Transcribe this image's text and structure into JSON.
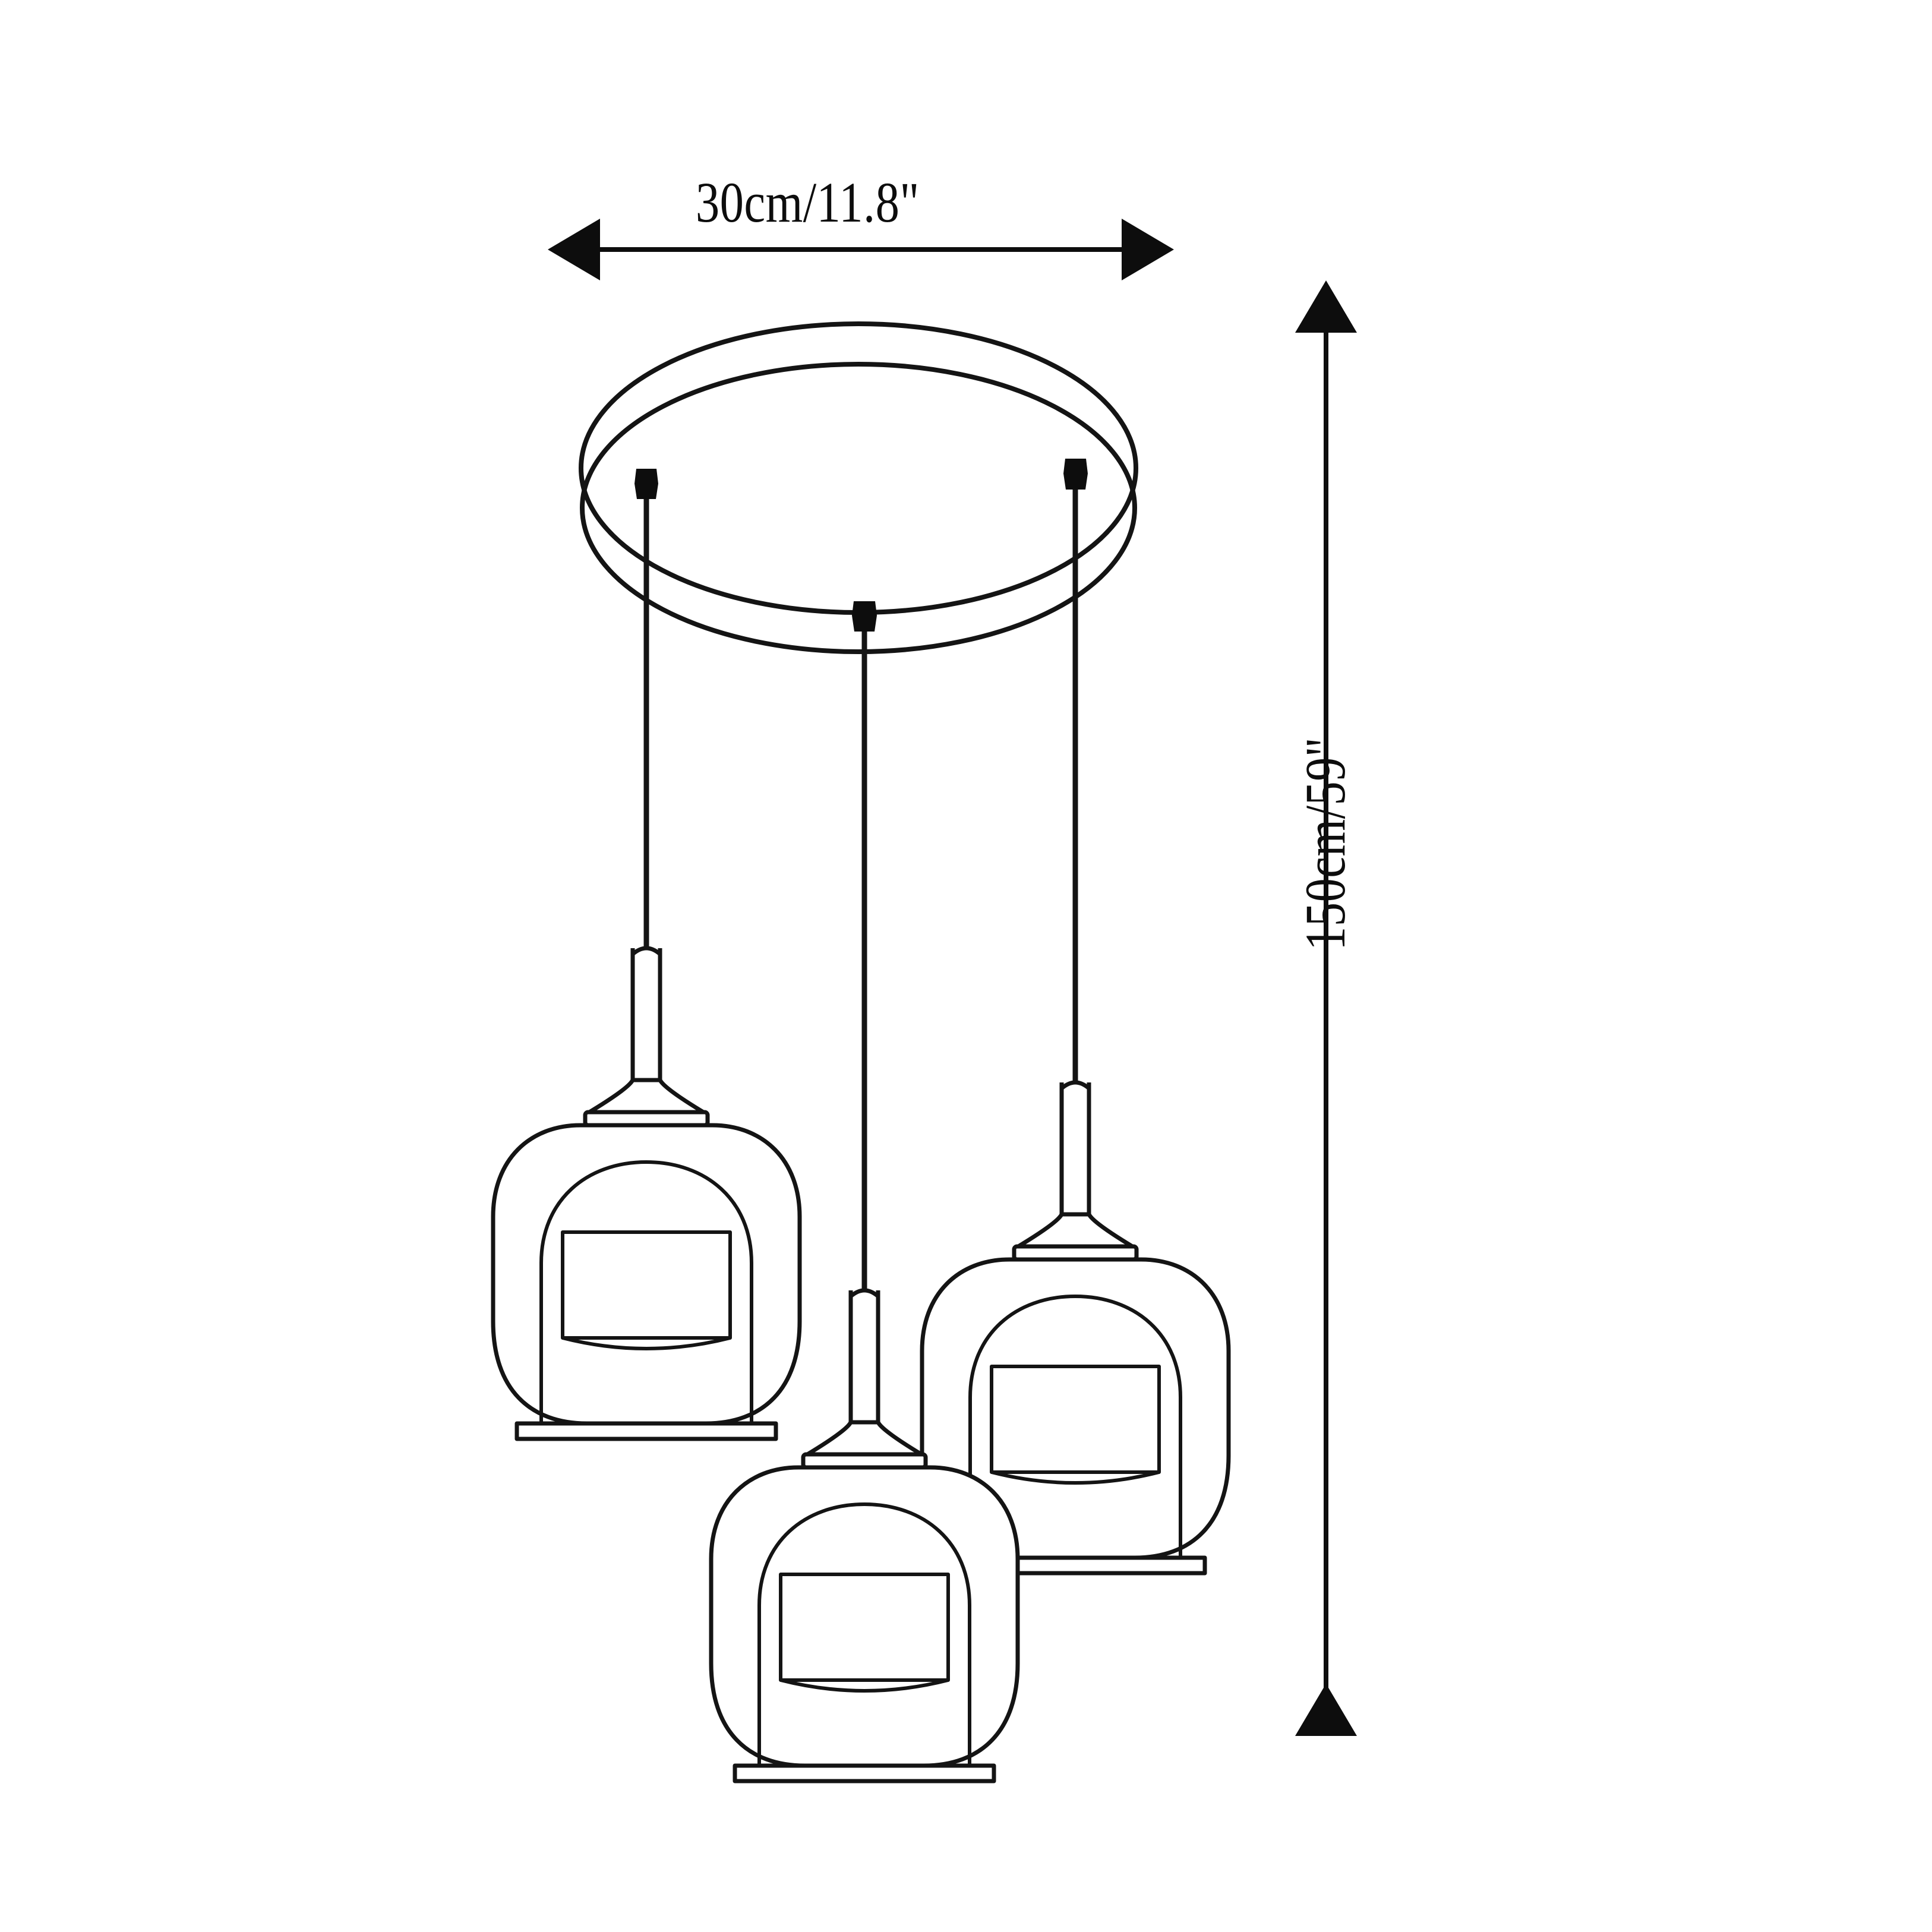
{
  "drawing": {
    "title": "Pendant lamp dimension drawing",
    "subject": "3-light round canopy glass dome pendant",
    "background_color": "#ffffff",
    "line_color": "#141414",
    "fill_color": "#ffffff"
  },
  "dimensions": {
    "width": {
      "label": "30cm/11.8\"",
      "value_cm": 30,
      "value_in": 11.8,
      "orientation": "horizontal",
      "arrow_style": "double-headed",
      "measures": "canopy-diameter"
    },
    "height": {
      "label": "150cm/59\"",
      "value_cm": 150,
      "value_in": 59,
      "orientation": "vertical",
      "arrow_style": "double-headed",
      "measures": "total-drop-height"
    }
  },
  "components": {
    "canopy": {
      "name": "round ceiling canopy",
      "shape": "cylindrical disc"
    },
    "cables": {
      "count": 3,
      "name": "suspension cord"
    },
    "connectors": {
      "count": 3,
      "name": "cord grip"
    },
    "shades": {
      "count": 3,
      "name": "glass dome shade",
      "items": [
        {
          "id": "shade-left",
          "drop": "short"
        },
        {
          "id": "shade-right",
          "drop": "medium"
        },
        {
          "id": "shade-center",
          "drop": "long"
        }
      ]
    }
  }
}
